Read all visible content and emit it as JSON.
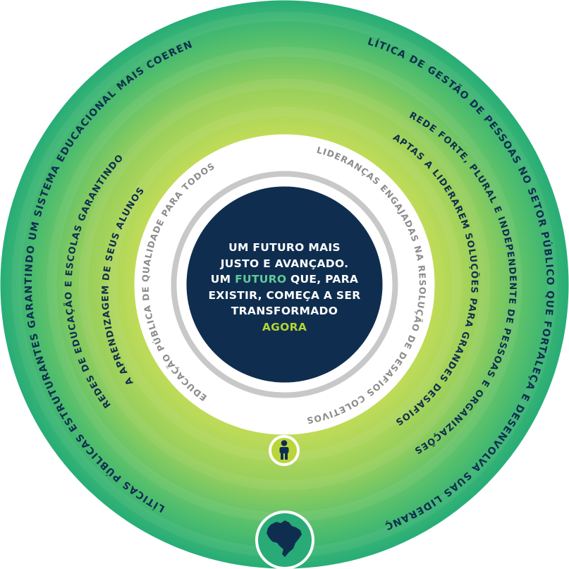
{
  "rings": {
    "outer_left": "POLÍTICAS PÚBLICAS ESTRUTURANTES GARANTINDO UM SISTEMA EDUCACIONAL MAIS COERENTE",
    "outer_right": "POLÍTICA DE GESTÃO DE PESSOAS NO SETOR PÚBLICO QUE FORTALEÇA E DESENVOLVA SUAS LIDERANÇAS",
    "middle_left_1": "REDES DE EDUCAÇÃO E ESCOLAS GARANTINDO",
    "middle_left_2": "A APRENDIZAGEM DE SEUS ALUNOS",
    "middle_right_1": "REDE FORTE, PLURAL E INDEPENDENTE DE PESSOAS E ORGANIZAÇÕES",
    "middle_right_2": "APTAS A LIDERAREM SOLUÇÕES PARA GRANDES DESAFIOS",
    "inner_left": "EDUCAÇÃO PÚBLICA DE QUALIDADE PARA TODOS",
    "inner_right": "LIDERANÇAS ENGAJADAS NA RESOLUÇÃO DE DESAFIOS COLETIVOS"
  },
  "center": {
    "line1": "UM FUTURO MAIS",
    "line2": "JUSTO E AVANÇADO.",
    "line3_pre": "UM ",
    "line3_highlight": "FUTURO",
    "line3_post": " QUE, PARA",
    "line4": "EXISTIR, COMEÇA A SER",
    "line5": "TRANSFORMADO",
    "line6_highlight": "AGORA"
  },
  "icons": {
    "student": "person-icon",
    "country": "brazil-map-icon"
  },
  "colors": {
    "outer_green": "#2bb077",
    "mid_green": "#8fcc5c",
    "lime": "#c6df55",
    "navy": "#0f2e4f",
    "inner_gray": "#c8c8c8",
    "highlight_green": "#5fc99a",
    "highlight_lime": "#b5d334"
  }
}
